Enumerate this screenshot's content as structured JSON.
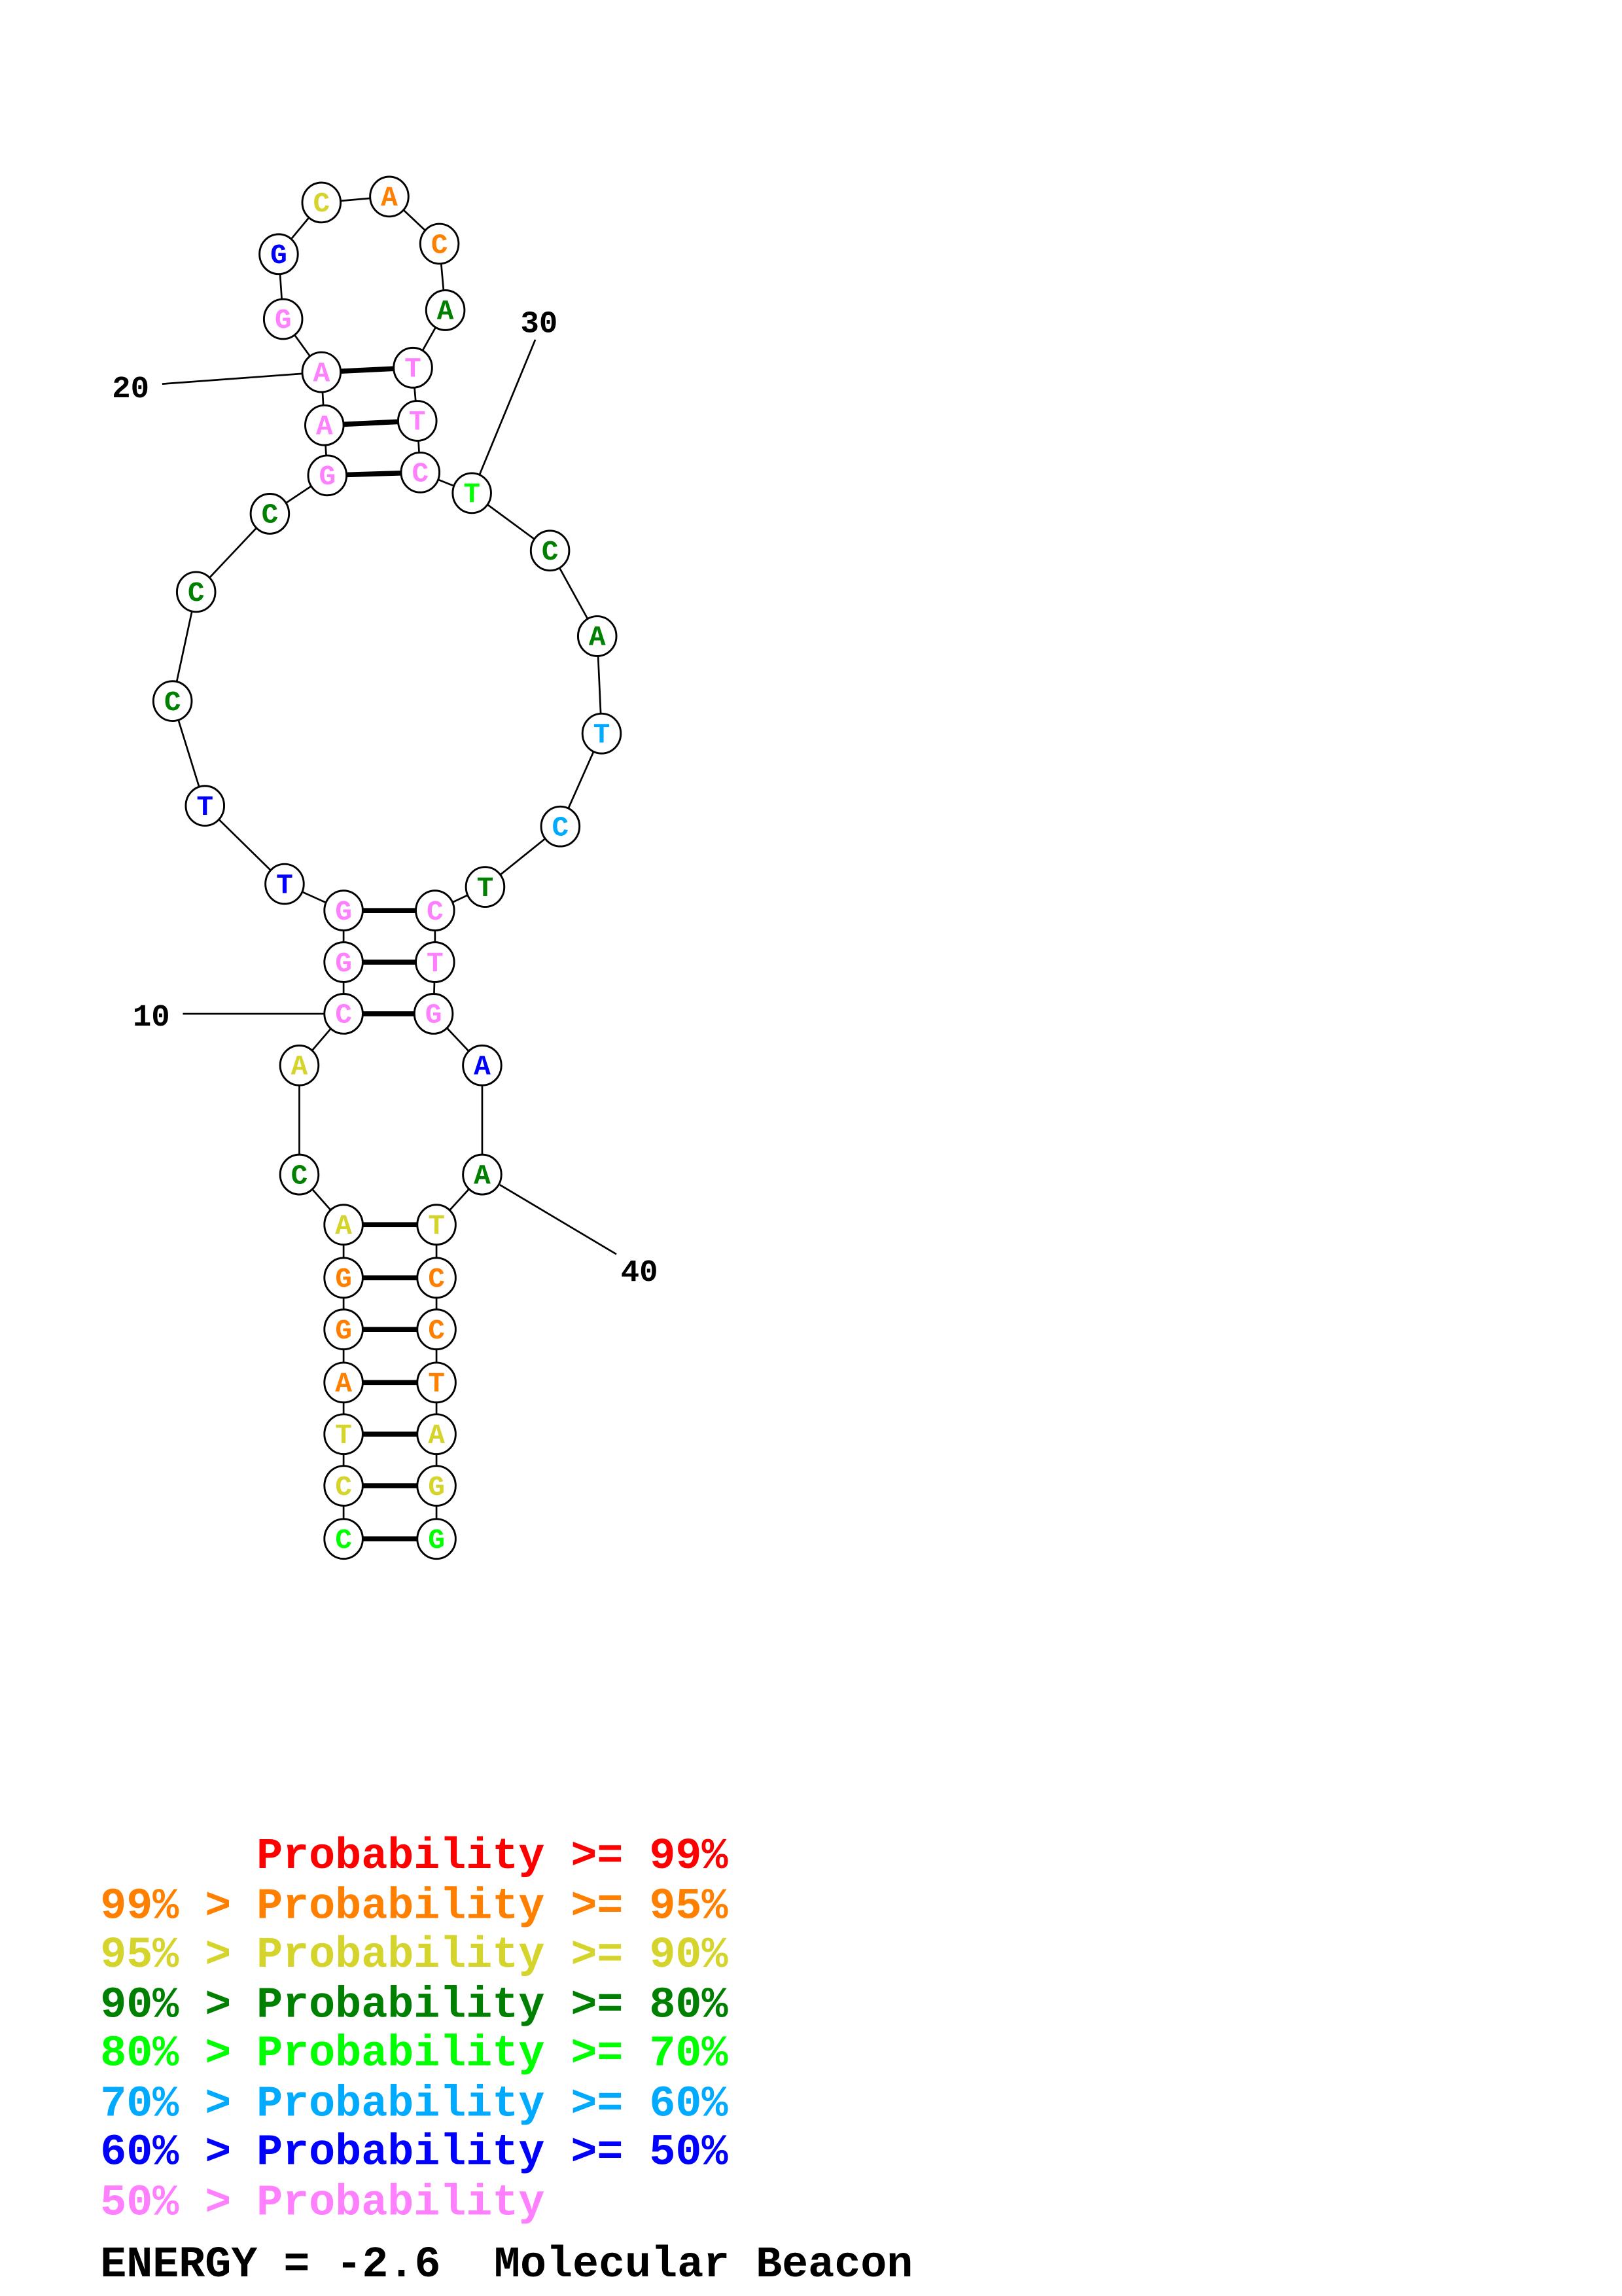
{
  "sequence": "CCTAGGACACGGTTCCCGAAGGCACATTCTCATCTCTGAATCCTAGG",
  "probability_class": [
    4,
    2,
    2,
    1,
    1,
    1,
    2,
    3,
    2,
    7,
    7,
    7,
    6,
    6,
    3,
    3,
    3,
    7,
    7,
    7,
    7,
    6,
    2,
    1,
    1,
    3,
    7,
    7,
    7,
    4,
    3,
    3,
    5,
    5,
    3,
    7,
    7,
    7,
    6,
    3,
    2,
    1,
    1,
    1,
    2,
    2,
    4
  ],
  "base_pairs": [
    [
      1,
      47
    ],
    [
      2,
      46
    ],
    [
      3,
      45
    ],
    [
      4,
      44
    ],
    [
      5,
      43
    ],
    [
      6,
      42
    ],
    [
      7,
      41
    ],
    [
      10,
      38
    ],
    [
      11,
      37
    ],
    [
      12,
      36
    ],
    [
      18,
      29
    ],
    [
      19,
      28
    ],
    [
      20,
      27
    ]
  ],
  "position_labels": [
    {
      "index": 10,
      "text": "10"
    },
    {
      "index": 20,
      "text": "20"
    },
    {
      "index": 30,
      "text": "30"
    },
    {
      "index": 40,
      "text": "40"
    }
  ],
  "legend": [
    {
      "prefix": "",
      "range": "Probability >= 99%",
      "color": "#ff0000"
    },
    {
      "prefix": "99% > ",
      "range": "Probability >= 95%",
      "color": "#ff8000"
    },
    {
      "prefix": "95% > ",
      "range": "Probability >= 90%",
      "color": "#d4d42c"
    },
    {
      "prefix": "90% > ",
      "range": "Probability >= 80%",
      "color": "#008000"
    },
    {
      "prefix": "80% > ",
      "range": "Probability >= 70%",
      "color": "#00ff00"
    },
    {
      "prefix": "70% > ",
      "range": "Probability >= 60%",
      "color": "#00aaff"
    },
    {
      "prefix": "60% > ",
      "range": "Probability >= 50%",
      "color": "#0000ff"
    },
    {
      "prefix": "50% > ",
      "range": "Probability",
      "color": "#ff80ff"
    }
  ],
  "footer": {
    "energy": "ENERGY = -2.6",
    "name": "Molecular Beacon"
  }
}
